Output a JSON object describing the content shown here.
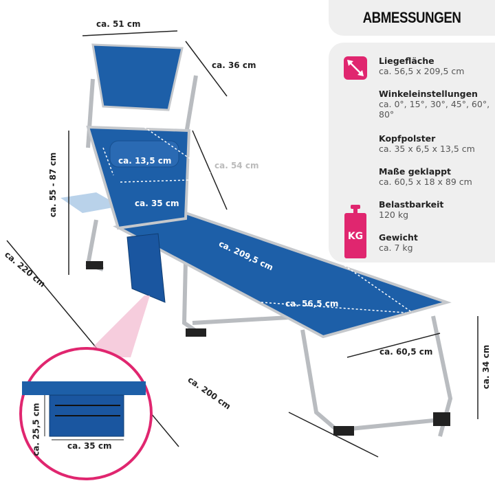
{
  "title": "ABMESSUNGEN",
  "specs": [
    {
      "label": "Liegefläche",
      "value": "ca. 56,5 x 209,5 cm"
    },
    {
      "label": "Winkeleinstellungen",
      "value": "ca. 0°, 15°, 30°, 45°, 60°, 80°"
    },
    {
      "label": "Kopfpolster",
      "value": "ca. 35 x 6,5 x 13,5 cm"
    },
    {
      "label": "Maße geklappt",
      "value": "ca. 60,5 x 18 x 89 cm"
    },
    {
      "label": "Belastbarkeit",
      "value": "120 kg"
    },
    {
      "label": "Gewicht",
      "value": "ca. 7 kg"
    }
  ],
  "icons": {
    "size": "diagonal-arrow-icon",
    "weight": "kg-weight-icon",
    "weight_text": "KG"
  },
  "dimensions": {
    "canopy_width": "ca. 51 cm",
    "canopy_depth": "ca. 36 cm",
    "backrest_length": "ca. 54 cm",
    "height_range": "ca. 55 - 87 cm",
    "pillow_depth": "ca. 13,5 cm",
    "pillow_width": "ca. 35 cm",
    "bed_length": "ca. 209,5 cm",
    "bed_width": "ca. 56,5 cm",
    "total_length": "ca. 220 cm",
    "base_length": "ca. 200 cm",
    "total_width": "ca. 60,5 cm",
    "seat_height": "ca. 34 cm",
    "pocket_height": "ca. 25,5 cm",
    "pocket_width": "ca. 35 cm"
  },
  "colors": {
    "accent": "#e0266f",
    "fabric": "#1d5fa8",
    "panel": "#efefef"
  }
}
